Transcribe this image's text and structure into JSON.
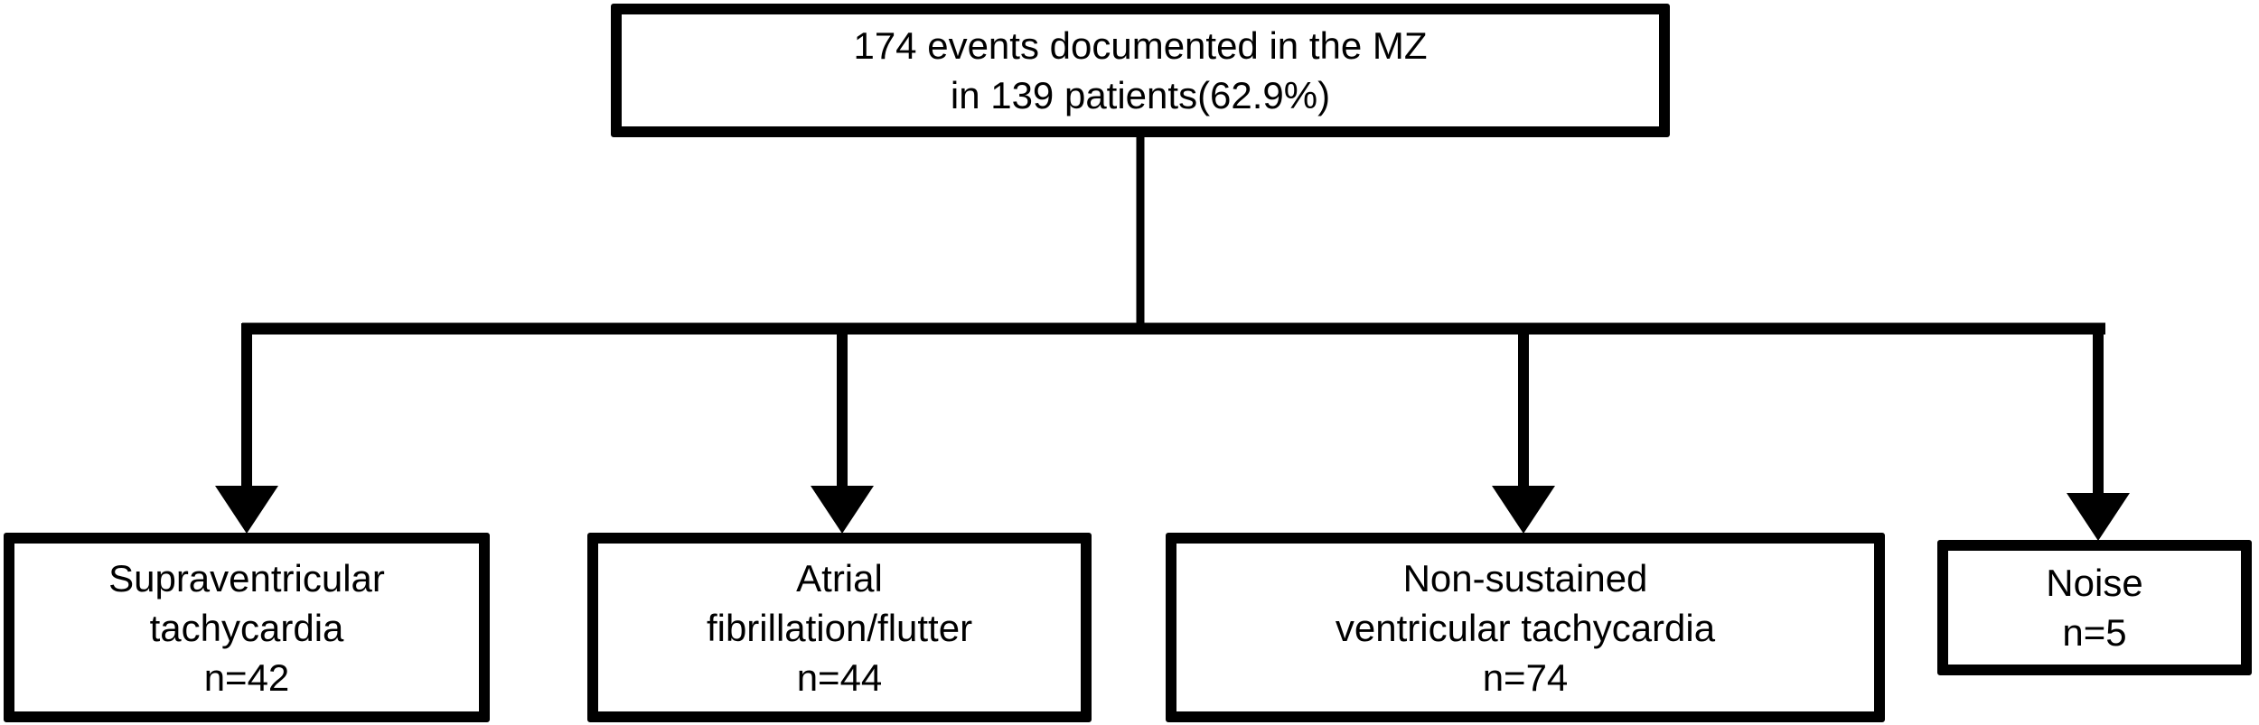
{
  "root_box": {
    "line1": "174 events documented in the MZ",
    "line2": "in 139 patients(62.9%)"
  },
  "child_boxes": [
    {
      "line1": "Supraventricular",
      "line2": "tachycardia",
      "count": "n=42"
    },
    {
      "line1": "Atrial",
      "line2": "fibrillation/flutter",
      "count": "n=44"
    },
    {
      "line1": "Non-sustained",
      "line2": "ventricular tachycardia",
      "count": "n=74"
    },
    {
      "line1": "Noise",
      "count": "n=5"
    }
  ],
  "colors": {
    "line": "#000000",
    "text": "#000000",
    "background": "#ffffff"
  }
}
